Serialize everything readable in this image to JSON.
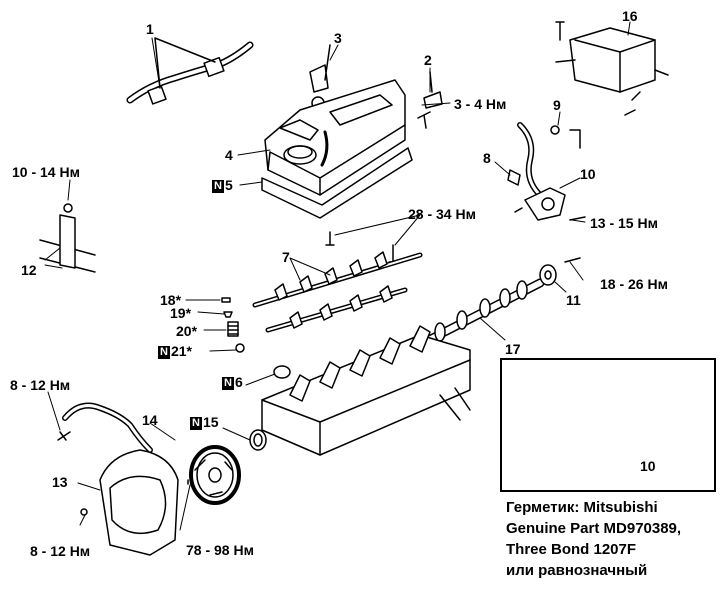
{
  "labels": {
    "l1": "1",
    "l2": "2",
    "l3": "3",
    "l3t": "3 - 4 Нм",
    "l4": "4",
    "l5": "5",
    "l6": "6",
    "l7": "7",
    "l8": "8",
    "l9": "9",
    "l10": "10",
    "l10inset": "10",
    "l1014": "10 - 14 Нм",
    "l11": "11",
    "l12": "12",
    "l13": "13",
    "l13t": "13 - 15 Нм",
    "l14": "14",
    "l15": "15",
    "l16": "16",
    "l17": "17",
    "l18": "18*",
    "l19": "19*",
    "l20": "20*",
    "l21": "21*",
    "l2834": "28 - 34 Нм",
    "l1826": "18 - 26 Нм",
    "l812a": "8 - 12 Нм",
    "l812b": "8 - 12 Нм",
    "l7898": "78 - 98 Нм",
    "nbox": "N"
  },
  "note": {
    "line1": "Герметик: Mitsubishi",
    "line2": "Genuine Part MD970389,",
    "line3": "Three Bond 1207F",
    "line4": "или равнозначный"
  }
}
